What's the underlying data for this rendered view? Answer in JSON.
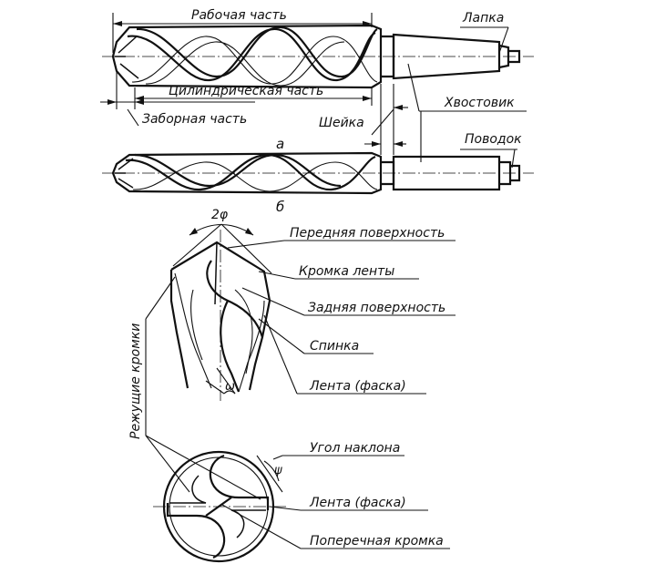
{
  "labels": {
    "working_part": "Рабочая часть",
    "tang": "Лапка",
    "cylindrical_part": "Цилиндрическая часть",
    "shank": "Хвостовик",
    "lead_part": "Заборная часть",
    "neck": "Шейка",
    "caption_a": "а",
    "driver": "Поводок",
    "caption_b": "б",
    "angle_2phi": "2φ",
    "rake_face": "Передняя поверхность",
    "land_edge": "Кромка ленты",
    "flank_face": "Задняя поверхность",
    "body_clearance": "Спинка",
    "margin_1": "Лента (фаска)",
    "cutting_edges": "Режущие кромки",
    "helix_angle": "Угол наклона",
    "margin_2": "Лента (фаска)",
    "chisel_edge": "Поперечная кромка",
    "omega": "ω",
    "psi": "ψ"
  }
}
